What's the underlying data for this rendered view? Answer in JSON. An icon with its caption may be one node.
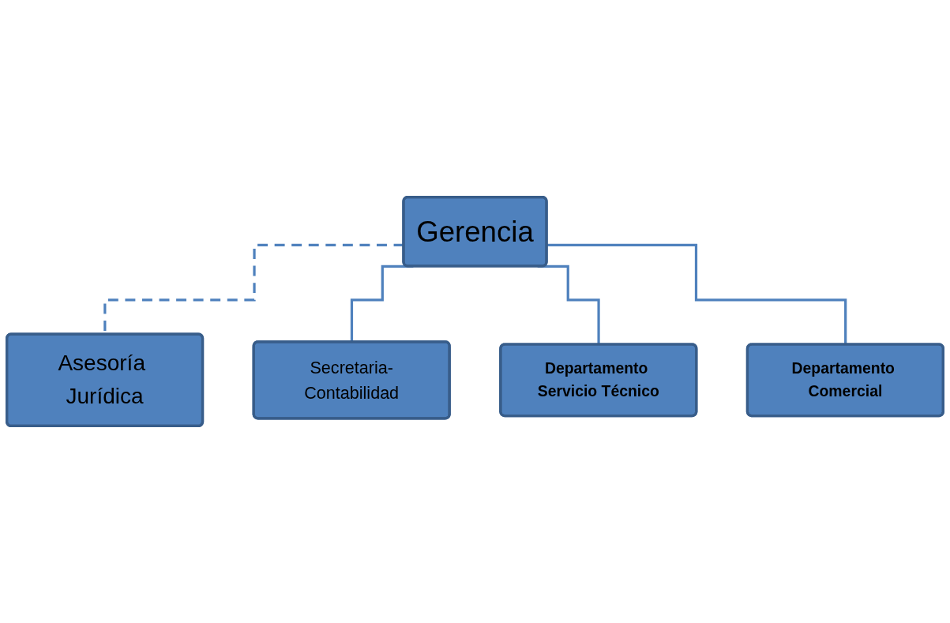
{
  "diagram": {
    "nodes": [
      {
        "text": [
          "Gerencia"
        ]
      },
      {
        "text": [
          "Asesoría Jurídica"
        ]
      },
      {
        "text": [
          "Secretaria-Contabilidad"
        ]
      },
      {
        "text": [
          "Departamento Servicio Técnico"
        ]
      },
      {
        "text": [
          "Departamento Comercial"
        ]
      }
    ],
    "edges": [
      {
        "from": 0,
        "to": 1,
        "arrow": "none",
        "style": "dashed"
      },
      {
        "from": 0,
        "to": 2,
        "arrow": "none"
      },
      {
        "from": 0,
        "to": 3,
        "arrow": "none"
      },
      {
        "from": 0,
        "to": 4,
        "arrow": "none"
      }
    ]
  }
}
